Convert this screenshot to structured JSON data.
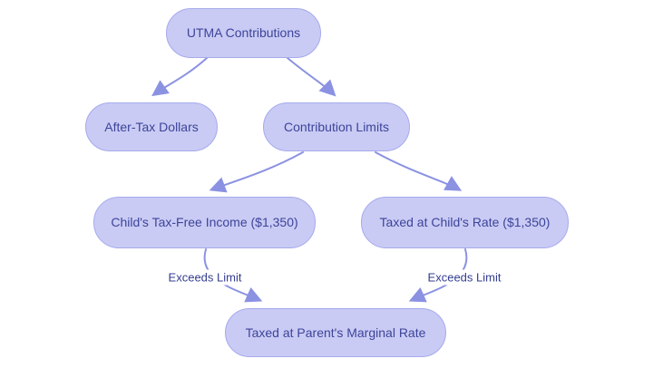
{
  "diagram": {
    "type": "flowchart",
    "nodes": [
      {
        "id": "utma",
        "label": "UTMA Contributions"
      },
      {
        "id": "after_tax",
        "label": "After-Tax Dollars"
      },
      {
        "id": "limits",
        "label": "Contribution Limits"
      },
      {
        "id": "tax_free",
        "label": "Child's Tax-Free Income ($1,350)"
      },
      {
        "id": "child_rate",
        "label": "Taxed at Child's Rate ($1,350)"
      },
      {
        "id": "parent_rate",
        "label": "Taxed at Parent's Marginal Rate"
      }
    ],
    "edges": [
      {
        "from": "UTMA Contributions",
        "to": "After-Tax Dollars",
        "label": ""
      },
      {
        "from": "UTMA Contributions",
        "to": "Contribution Limits",
        "label": ""
      },
      {
        "from": "Contribution Limits",
        "to": "Child's Tax-Free Income ($1,350)",
        "label": ""
      },
      {
        "from": "Contribution Limits",
        "to": "Taxed at Child's Rate ($1,350)",
        "label": ""
      },
      {
        "from": "Child's Tax-Free Income ($1,350)",
        "to": "Taxed at Parent's Marginal Rate",
        "label": "Exceeds Limit"
      },
      {
        "from": "Taxed at Child's Rate ($1,350)",
        "to": "Taxed at Parent's Marginal Rate",
        "label": "Exceeds Limit"
      }
    ],
    "colors": {
      "node_fill": "#c9cbf4",
      "node_border": "#a6aaec",
      "node_text": "#3d4499",
      "edge_line": "#8b92e2",
      "edge_label_text": "#343d90",
      "background": "#ffffff"
    }
  }
}
